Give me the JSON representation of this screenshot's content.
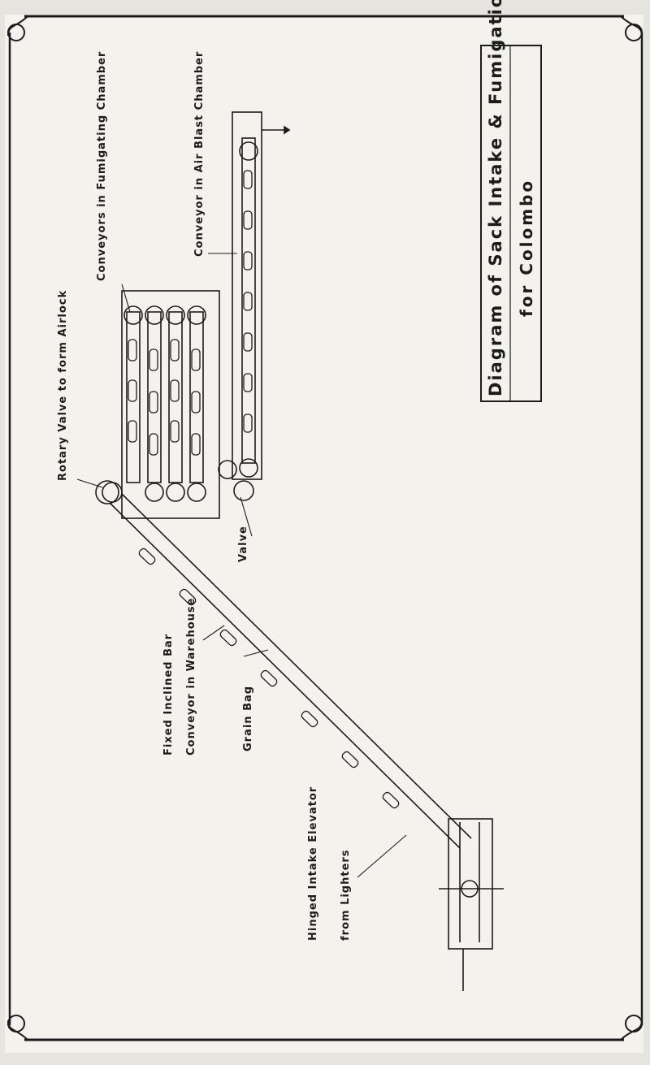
{
  "title": {
    "line1": "Diagram of Sack Intake & Fumigation Plant",
    "line2": "for Colombo"
  },
  "labels": {
    "rotary_valve": "Rotary Valve to form Airlock",
    "conveyors_fumigating": "Conveyors in Fumigating Chamber",
    "conveyor_air_blast": "Conveyor in Air Blast Chamber",
    "valve": "Valve",
    "fixed_inclined_bar": "Fixed Inclined Bar",
    "conveyor_warehouse": "Conveyor in Warehouse",
    "grain_bag": "Grain Bag",
    "hinged_intake_elevator": "Hinged Intake Elevator",
    "from_lighters": "from Lighters"
  },
  "colors": {
    "paper": "#f4f2ec",
    "ink": "#1c1c1c",
    "margin": "#e6e4df"
  }
}
